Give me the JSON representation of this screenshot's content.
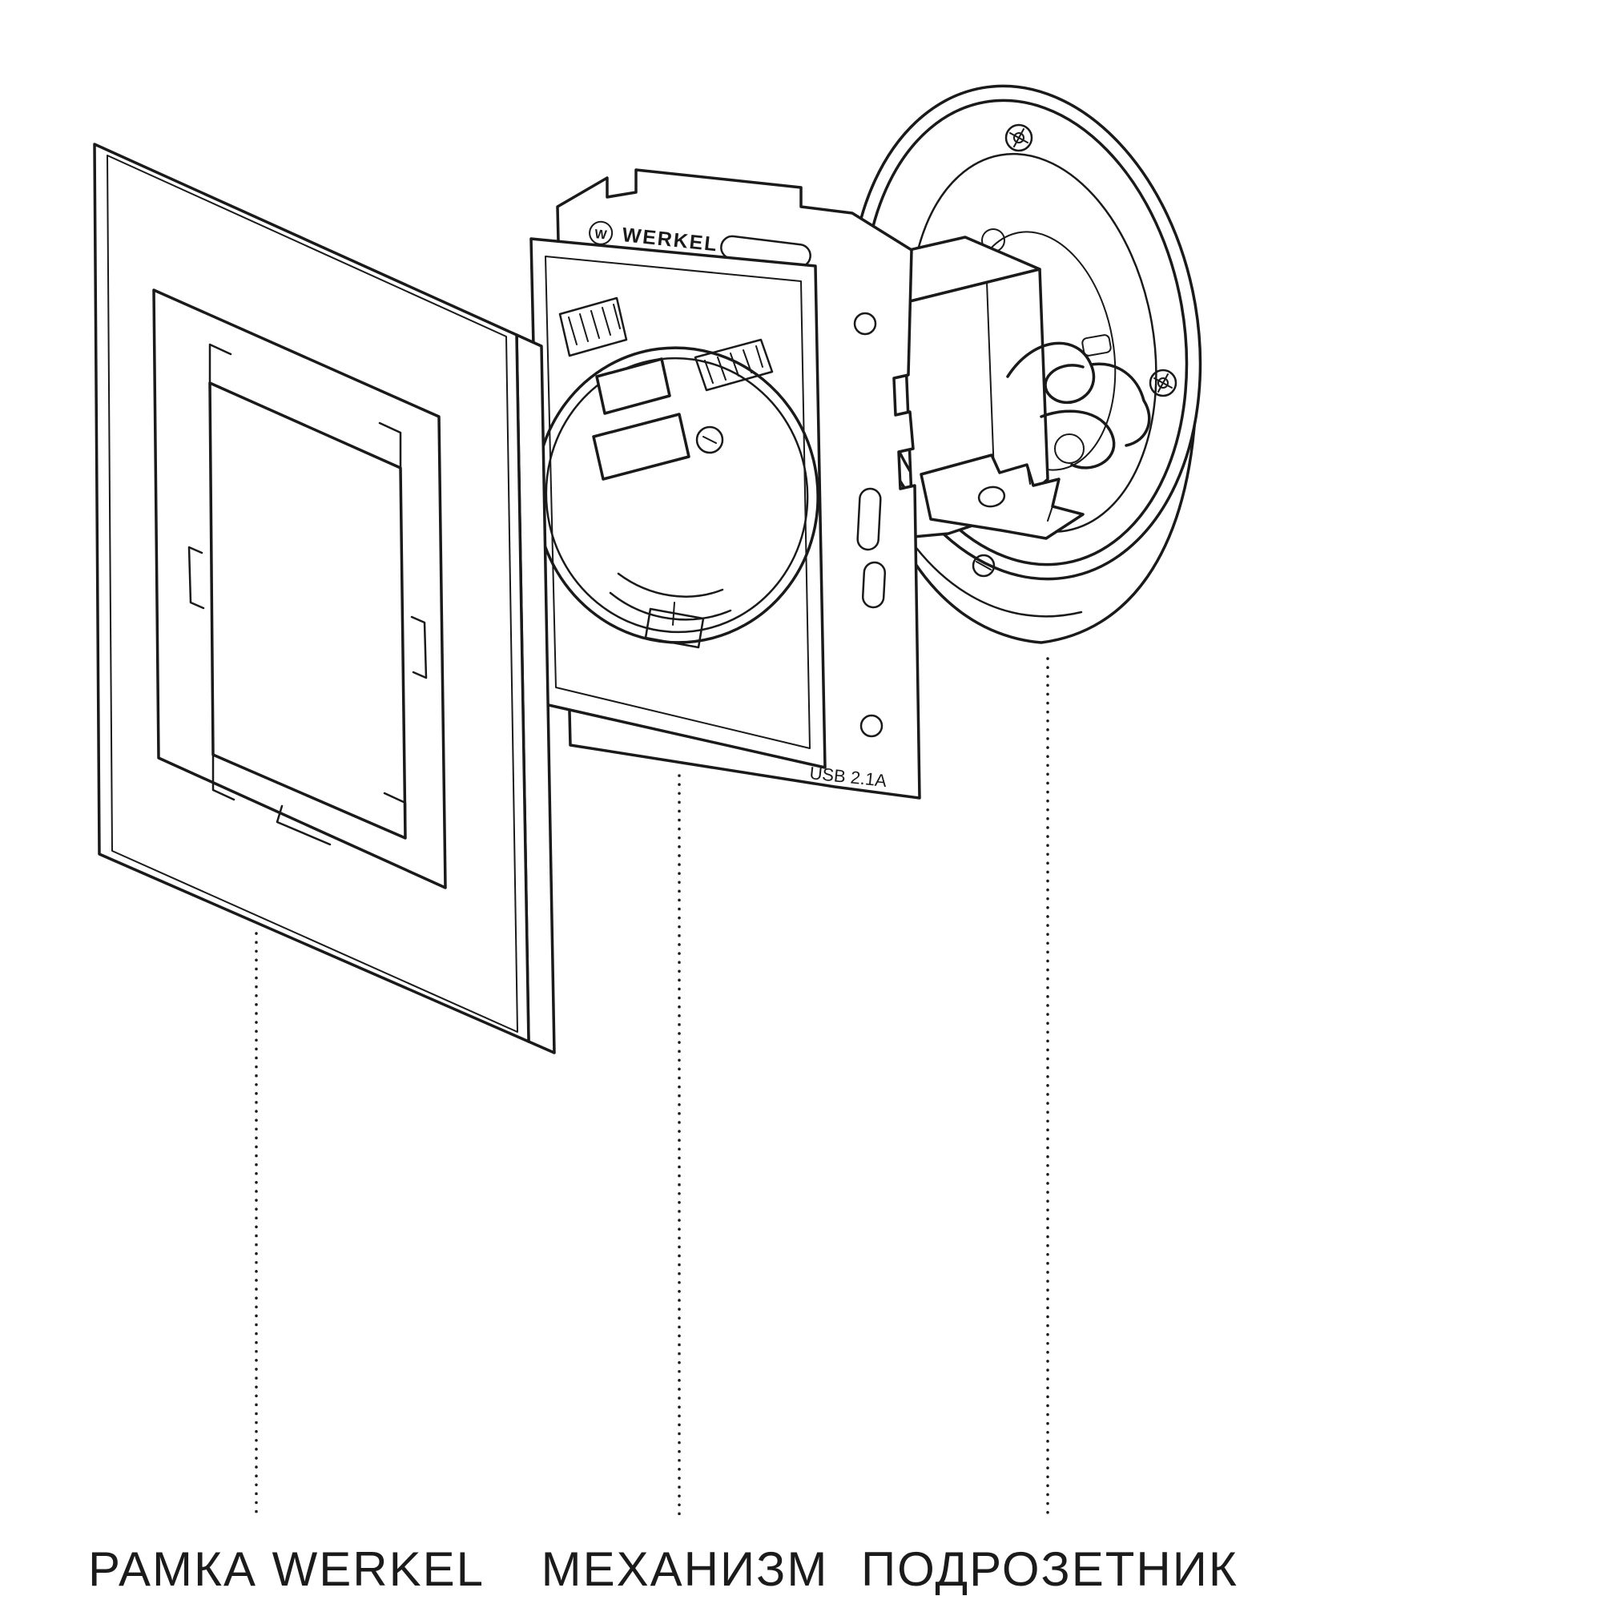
{
  "page": {
    "background": "#ffffff"
  },
  "diagram": {
    "type": "exploded-view",
    "line_color": "#1a1a1a",
    "parts": [
      {
        "id": "frame",
        "label": "РАМКА WERKEL"
      },
      {
        "id": "mechanism",
        "label": "МЕХАНИЗМ"
      },
      {
        "id": "mounting-box",
        "label": "ПОДРОЗЕТНИК"
      }
    ],
    "markings": {
      "brand_logo_letter": "W",
      "brand_name": "WERKEL",
      "mechanism_spec": "USB 2.1A"
    }
  }
}
